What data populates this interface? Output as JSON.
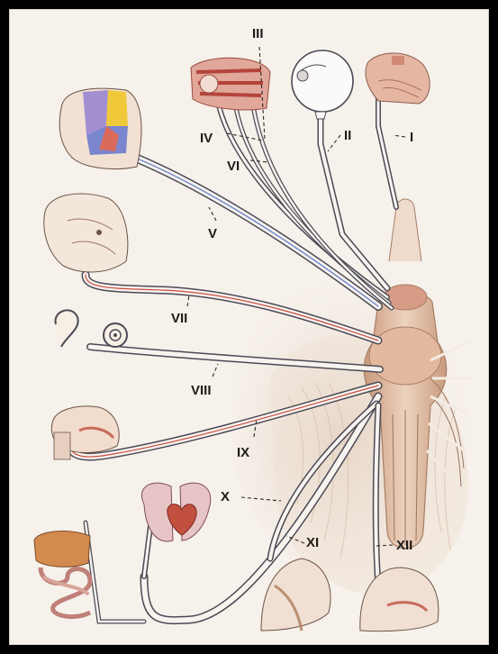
{
  "diagram": {
    "nerve_labels": {
      "I": "I",
      "II": "II",
      "III": "III",
      "IV": "IV",
      "V": "V",
      "VI": "VI",
      "VII": "VII",
      "VIII": "VIII",
      "IX": "IX",
      "X": "X",
      "XI": "XI",
      "XII": "XII"
    },
    "colors": {
      "frame": "#000000",
      "background": "#f6f1ea",
      "brainstem": "#e7c8b0",
      "brainstem_shadow": "#b98f74",
      "nerve_outline": "#4b4a55",
      "nerve_fill": "#f7f3ef",
      "nerve_accent_blue": "#6f84c9",
      "nerve_accent_red": "#c94a3c",
      "tissue": "#d9816b",
      "label": "#1e1b18"
    },
    "icons": [
      "eye-icon",
      "nose-icon",
      "head-icon",
      "face-icon",
      "ear-icon",
      "tongue-icon",
      "heart-icon",
      "lungs-icon",
      "intestines-icon"
    ]
  }
}
